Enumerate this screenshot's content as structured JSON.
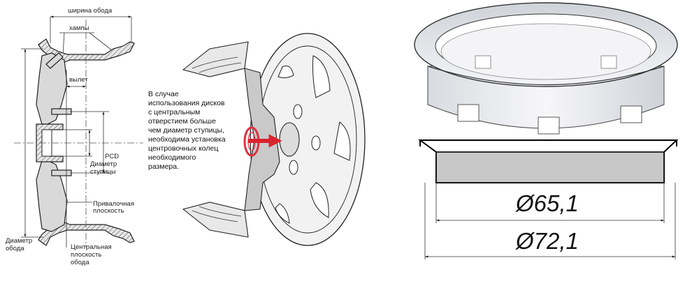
{
  "left_diagram": {
    "labels": {
      "rim_width": "ширина обода",
      "humps": "хампы",
      "offset": "вылет",
      "pcd": "PCD",
      "hub_diameter_1": "Диаметр",
      "hub_diameter_2": "ступицы",
      "mounting_plane_1": "Привалочная",
      "mounting_plane_2": "плоскость",
      "rim_diameter_1": "Диаметр",
      "rim_diameter_2": "обода",
      "center_plane_1": "Центральная",
      "center_plane_2": "плоскость",
      "center_plane_3": "обода"
    }
  },
  "middle_diagram": {
    "note_lines": [
      "В случае",
      "использования дисков",
      "с центральным",
      "отверстием больше",
      "чем диаметр ступицы,",
      "необходима установка",
      "центровочных колец",
      "необходимого",
      "размера."
    ],
    "colors": {
      "arrow": "#d9232e",
      "ring": "#e03040"
    }
  },
  "right_diagram": {
    "inner_diameter": "Ø65,1",
    "outer_diameter": "Ø72,1"
  }
}
